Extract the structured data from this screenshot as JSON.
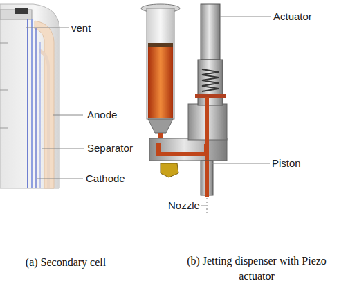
{
  "diagram": {
    "labels": [
      "vent",
      "Anode",
      "Separator",
      "Cathode",
      "Actuator",
      "Piston",
      "Nozzle",
      "(a) Secondary cell",
      "(b) Jetting dispenser with Piezo actuator"
    ]
  }
}
